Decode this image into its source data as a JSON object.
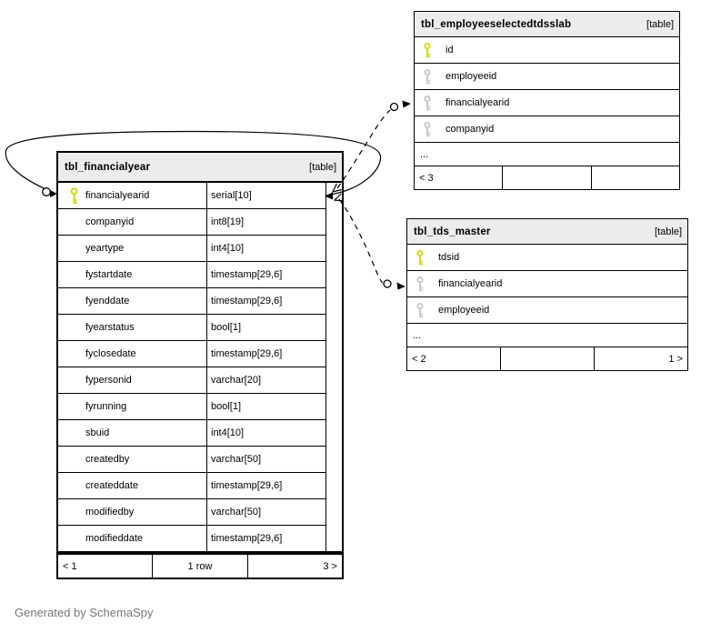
{
  "colors": {
    "header_bg": "#ececec",
    "primary_key": "#d6d61d",
    "foreign_key": "#c9c9c9",
    "footnote": "#777777"
  },
  "icons": {
    "primary_key": "key-icon-yellow",
    "foreign_key": "key-icon-gray"
  },
  "footnote": "Generated by SchemaSpy",
  "tables": {
    "financialyear": {
      "title": "tbl_financialyear",
      "tag": "[table]",
      "columns": [
        {
          "name": "financialyearid",
          "type": "serial[10]",
          "key": "primary"
        },
        {
          "name": "companyid",
          "type": "int8[19]",
          "key": "none"
        },
        {
          "name": "yeartype",
          "type": "int4[10]",
          "key": "none"
        },
        {
          "name": "fystartdate",
          "type": "timestamp[29,6]",
          "key": "none"
        },
        {
          "name": "fyenddate",
          "type": "timestamp[29,6]",
          "key": "none"
        },
        {
          "name": "fyearstatus",
          "type": "bool[1]",
          "key": "none"
        },
        {
          "name": "fyclosedate",
          "type": "timestamp[29,6]",
          "key": "none"
        },
        {
          "name": "fypersonid",
          "type": "varchar[20]",
          "key": "none"
        },
        {
          "name": "fyrunning",
          "type": "bool[1]",
          "key": "none"
        },
        {
          "name": "sbuid",
          "type": "int4[10]",
          "key": "none"
        },
        {
          "name": "createdby",
          "type": "varchar[50]",
          "key": "none"
        },
        {
          "name": "createddate",
          "type": "timestamp[29,6]",
          "key": "none"
        },
        {
          "name": "modifiedby",
          "type": "varchar[50]",
          "key": "none"
        },
        {
          "name": "modifieddate",
          "type": "timestamp[29,6]",
          "key": "none"
        }
      ],
      "footer": {
        "left": "< 1",
        "center": "1 row",
        "right": "3 >"
      }
    },
    "employeeselectedtdsslab": {
      "title": "tbl_employeeselectedtdsslab",
      "tag": "[table]",
      "columns": [
        {
          "name": "id",
          "key": "primary"
        },
        {
          "name": "employeeid",
          "key": "foreign"
        },
        {
          "name": "financialyearid",
          "key": "foreign"
        },
        {
          "name": "companyid",
          "key": "foreign"
        }
      ],
      "more": "...",
      "footer": {
        "left": "< 3",
        "center": "",
        "right": ""
      }
    },
    "tds_master": {
      "title": "tbl_tds_master",
      "tag": "[table]",
      "columns": [
        {
          "name": "tdsid",
          "key": "primary"
        },
        {
          "name": "financialyearid",
          "key": "foreign"
        },
        {
          "name": "employeeid",
          "key": "foreign"
        }
      ],
      "more": "...",
      "footer": {
        "left": "< 2",
        "center": "",
        "right": "1 >"
      }
    }
  }
}
